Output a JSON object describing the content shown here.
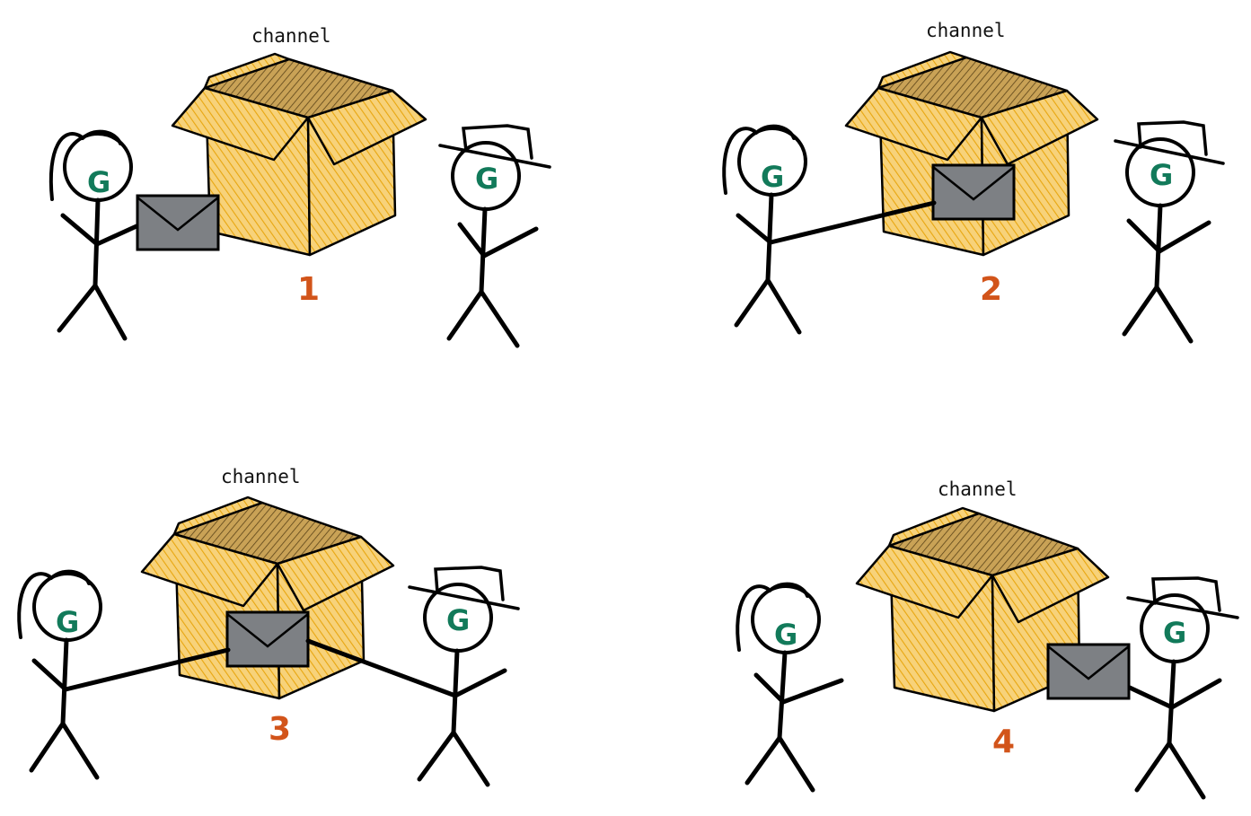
{
  "colors": {
    "box_fill": "#f2c45a",
    "box_hatch": "#e8a60f",
    "box_inner": "#6b5320",
    "envelope": "#7d8084",
    "g_letter": "#127a5a",
    "step_number": "#d2541a",
    "ink": "#000000"
  },
  "panels": [
    {
      "channel_label": "channel",
      "gopher_letter_sender": "G",
      "gopher_letter_receiver": "G",
      "step": "1",
      "envelope_at": "sender hand"
    },
    {
      "channel_label": "channel",
      "gopher_letter_sender": "G",
      "gopher_letter_receiver": "G",
      "step": "2",
      "envelope_at": "inside channel"
    },
    {
      "channel_label": "channel",
      "gopher_letter_sender": "G",
      "gopher_letter_receiver": "G",
      "step": "3",
      "envelope_at": "inside channel"
    },
    {
      "channel_label": "channel",
      "gopher_letter_sender": "G",
      "gopher_letter_receiver": "G",
      "step": "4",
      "envelope_at": "receiver hand"
    }
  ]
}
